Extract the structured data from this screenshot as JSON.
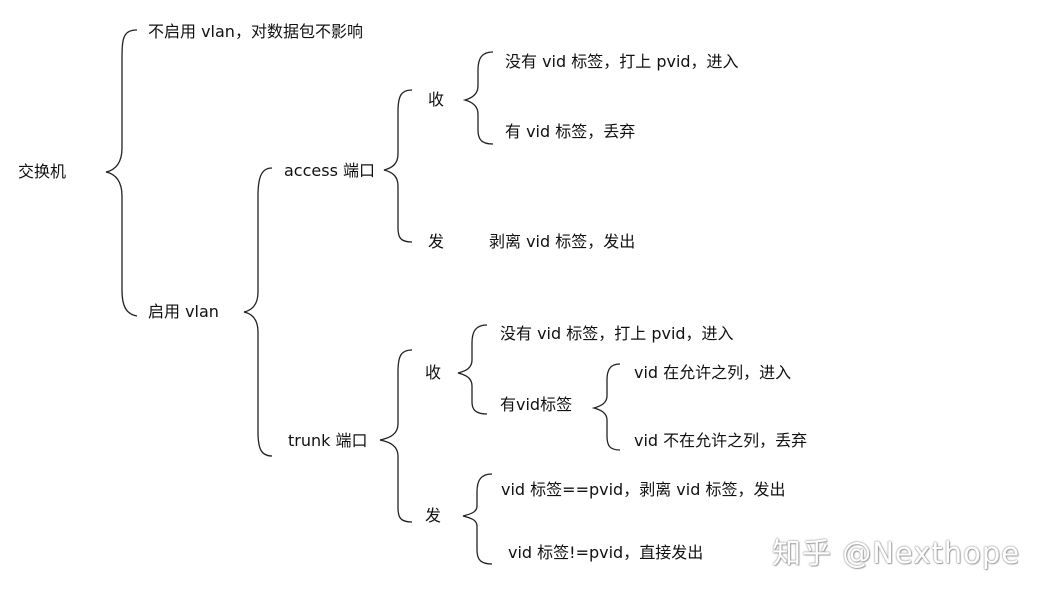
{
  "diagram": {
    "root": "交换机",
    "no_vlan": "不启用 vlan，对数据包不影响",
    "vlan": "启用 vlan",
    "access": {
      "label": "access 端口",
      "receive": "收",
      "receive_no_tag": "没有 vid 标签，打上 pvid，进入",
      "receive_tag": "有 vid 标签，丢弃",
      "send": "发",
      "send_action": "剥离 vid 标签，发出"
    },
    "trunk": {
      "label": "trunk 端口",
      "receive": "收",
      "receive_no_tag": "没有 vid 标签，打上 pvid，进入",
      "receive_tag": "有vid标签",
      "tag_allowed": "vid 在允许之列，进入",
      "tag_not_allowed": "vid 不在允许之列，丢弃",
      "send": "发",
      "send_equal": "vid 标签==pvid，剥离 vid 标签，发出",
      "send_not_equal": "vid 标签!=pvid，直接发出"
    }
  },
  "watermark": "知乎 @Nexthope"
}
